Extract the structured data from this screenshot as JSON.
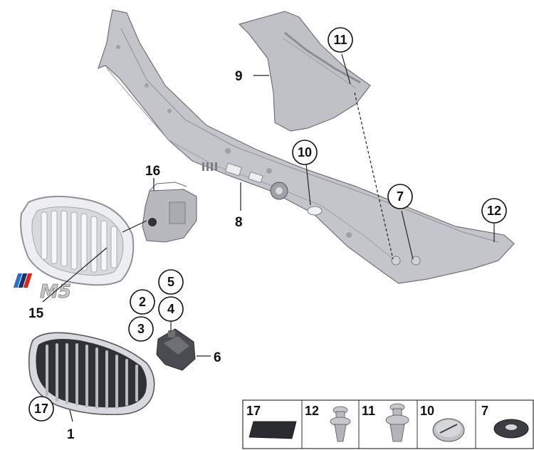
{
  "callouts": {
    "c1": "1",
    "c2": "2",
    "c3": "3",
    "c4": "4",
    "c5": "5",
    "c6": "6",
    "c7": "7",
    "c8": "8",
    "c9": "9",
    "c10": "10",
    "c11": "11",
    "c12": "12",
    "c15": "15",
    "c16": "16",
    "c17": "17"
  },
  "badge": {
    "text": "M5",
    "stripe_colors": [
      "#2a73c4",
      "#1c2d6b",
      "#d7261e"
    ]
  },
  "small_parts": [
    "17",
    "12",
    "11",
    "10",
    "7"
  ],
  "colors": {
    "part_fill": "#bdbfc4",
    "part_dark": "#8b8e94",
    "grille_dark": "#2f3136",
    "frame": "#555555"
  }
}
